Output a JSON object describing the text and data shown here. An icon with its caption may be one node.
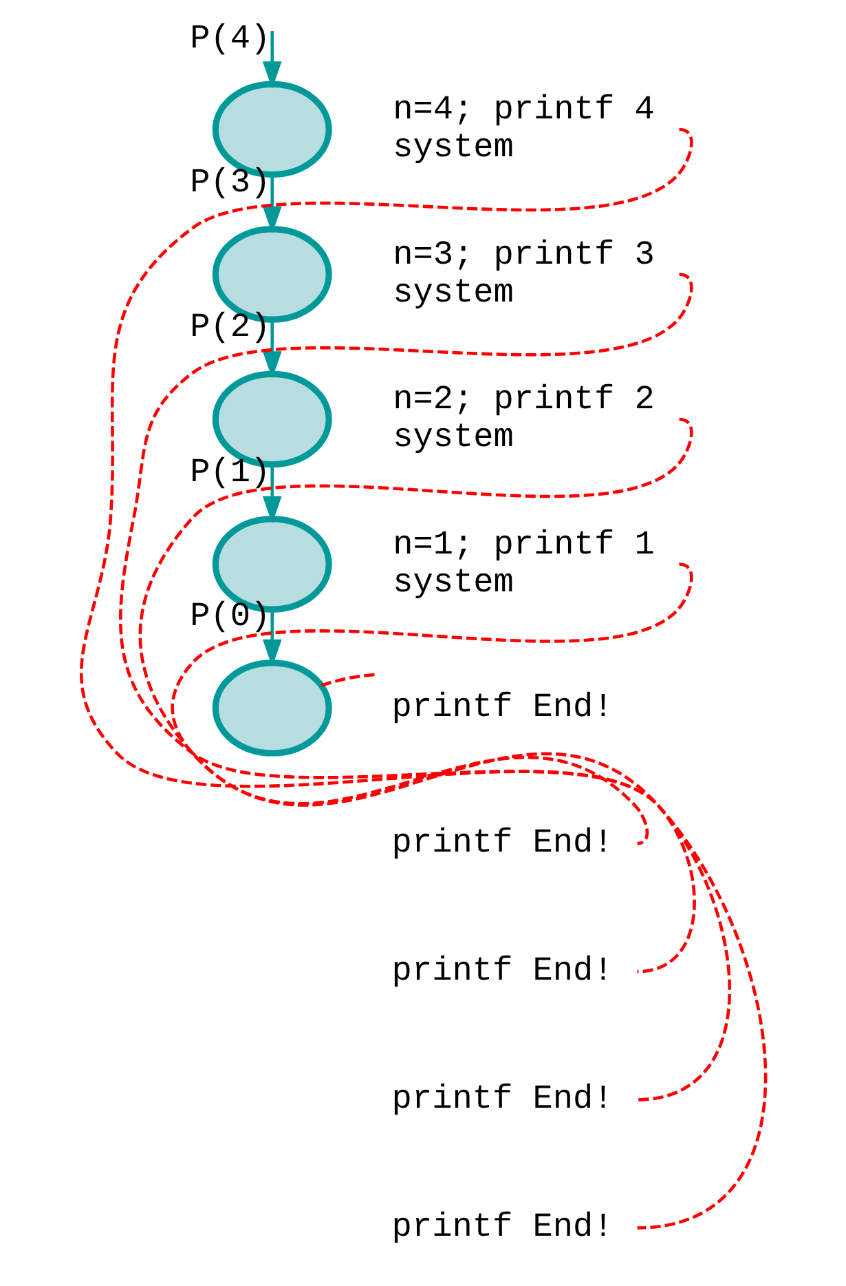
{
  "diagram": {
    "nodes": [
      {
        "text": [],
        "shape": "circle"
      },
      {
        "text": [
          "n=4; printf 4",
          "system"
        ]
      },
      {
        "text": [],
        "shape": "circle"
      },
      {
        "text": [
          "n=3; printf 3",
          "system"
        ]
      },
      {
        "text": [],
        "shape": "circle"
      },
      {
        "text": [
          "n=2; printf 2",
          "system"
        ]
      },
      {
        "text": [],
        "shape": "circle"
      },
      {
        "text": [
          "n=1; printf 1",
          "system"
        ]
      },
      {
        "text": [],
        "shape": "circle"
      },
      {
        "text": [
          "printf End!"
        ]
      },
      {
        "text": [
          "printf End!"
        ]
      },
      {
        "text": [
          "printf End!"
        ]
      },
      {
        "text": [
          "printf End!"
        ]
      },
      {
        "text": [
          "printf End!"
        ]
      }
    ],
    "edges": [
      {
        "from": null,
        "to": 0,
        "arrow": "to",
        "label": "P(4)"
      },
      {
        "from": 0,
        "to": 2,
        "arrow": "to",
        "label": "P(3)"
      },
      {
        "from": 2,
        "to": 4,
        "arrow": "to",
        "label": "P(2)"
      },
      {
        "from": 4,
        "to": 6,
        "arrow": "to",
        "label": "P(1)"
      },
      {
        "from": 6,
        "to": 8,
        "arrow": "to",
        "label": "P(0)"
      },
      {
        "from": 9,
        "to": 8,
        "arrow": "none",
        "style": "dashed",
        "color": "#ff0000"
      },
      {
        "from": 7,
        "to": 10,
        "arrow": "none",
        "style": "dashed",
        "color": "#ff0000"
      },
      {
        "from": 5,
        "to": 11,
        "arrow": "none",
        "style": "dashed",
        "color": "#ff0000"
      },
      {
        "from": 3,
        "to": 12,
        "arrow": "none",
        "style": "dashed",
        "color": "#ff0000"
      },
      {
        "from": 1,
        "to": 13,
        "arrow": "none",
        "style": "dashed",
        "color": "#ff0000"
      }
    ]
  }
}
